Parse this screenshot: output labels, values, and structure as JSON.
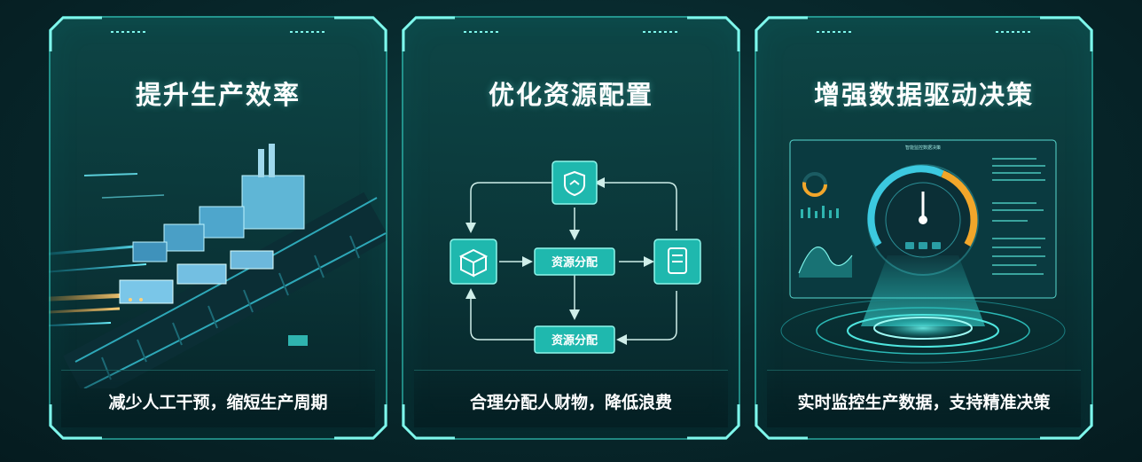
{
  "cards": [
    {
      "title": "提升生产效率",
      "description": "减少人工干预，缩短生产周期",
      "icon": "factory-conveyor-icon"
    },
    {
      "title": "优化资源配置",
      "description": "合理分配人财物，降低浪费",
      "icon": "resource-flow-diagram"
    },
    {
      "title": "增强数据驱动决策",
      "description": "实时监控生产数据，支持精准决策",
      "icon": "dashboard-gauge-icon"
    }
  ],
  "diagram": {
    "center_label": "资源分配",
    "bottom_label": "资源分配",
    "top_icon": "shield-icon",
    "left_icon": "box-icon",
    "right_icon": "tablet-icon"
  },
  "dashboard": {
    "header": "智能监控数据决策"
  },
  "colors": {
    "accent": "#29d3c4",
    "frame": "#3fe0d0",
    "gauge_orange": "#f2a62a",
    "gauge_cyan": "#3cc9e0"
  }
}
